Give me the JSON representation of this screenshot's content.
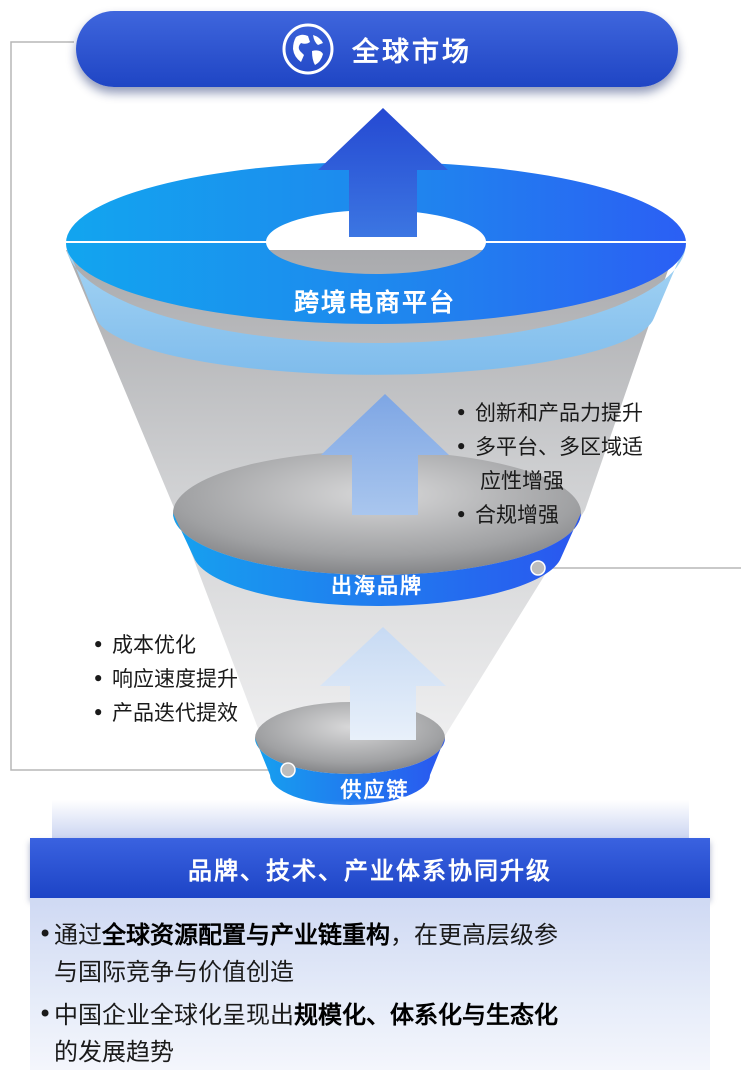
{
  "header": {
    "title": "全球市场",
    "icon": "globe-icon"
  },
  "levels": {
    "top_label": "跨境电商平台",
    "middle_label": "出海品牌",
    "bottom_label": "供应链"
  },
  "right_notes": [
    "创新和产品力提升",
    "多平台、多区域适",
    "应性增强",
    "合规增强"
  ],
  "left_notes": [
    "成本优化",
    "响应速度提升",
    "产品迭代提效"
  ],
  "summary": {
    "title": "品牌、技术、产业体系协同升级",
    "p1_pre": "通过",
    "p1_bold": "全球资源配置与产业链重构",
    "p1_post": "，在更高层级参",
    "p1_line2": "与国际竞争与价值创造",
    "p2_pre": "中国企业全球化呈现出",
    "p2_bold": "规模化、体系化与生态化",
    "p2_line2": "的发展趋势"
  },
  "colors": {
    "brand_blue": "#2a52d4",
    "ring_blue": "#1e88f0",
    "light_blue": "#8ec8f2"
  }
}
